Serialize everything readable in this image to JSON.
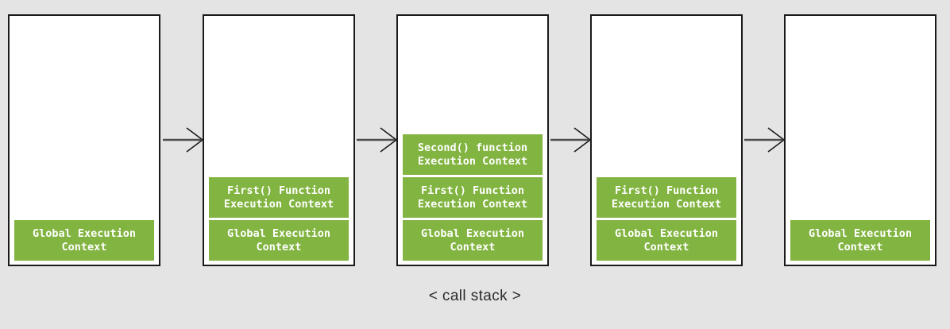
{
  "diagram": {
    "caption": "< call stack >",
    "background_color": "#e4e4e4",
    "frame_color": "#82b441",
    "frame_text_color": "#ffffff",
    "box_border_color": "#1a1a1a",
    "arrow_color": "#4d4d4d",
    "steps": [
      {
        "name": "step-1",
        "frames": [
          {
            "label": "Global Execution\nContext"
          }
        ]
      },
      {
        "name": "step-2",
        "frames": [
          {
            "label": "First() Function\nExecution Context"
          },
          {
            "label": "Global Execution\nContext"
          }
        ]
      },
      {
        "name": "step-3",
        "frames": [
          {
            "label": "Second() function\nExecution Context"
          },
          {
            "label": "First() Function\nExecution Context"
          },
          {
            "label": "Global Execution\nContext"
          }
        ]
      },
      {
        "name": "step-4",
        "frames": [
          {
            "label": "First() Function\nExecution Context"
          },
          {
            "label": "Global Execution\nContext"
          }
        ]
      },
      {
        "name": "step-5",
        "frames": [
          {
            "label": "Global Execution\nContext"
          }
        ]
      }
    ],
    "arrows": [
      {
        "name": "arrow-1-to-2"
      },
      {
        "name": "arrow-2-to-3"
      },
      {
        "name": "arrow-3-to-4"
      },
      {
        "name": "arrow-4-to-5"
      }
    ]
  }
}
